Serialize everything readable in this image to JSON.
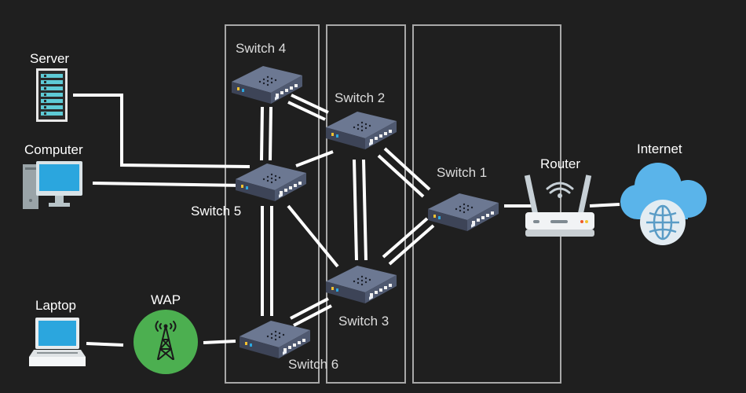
{
  "colors": {
    "background": "#1f1f1f",
    "link": "#ffffff",
    "zone_border": "#a8a8a8",
    "switch_body": "#4f5970",
    "switch_top": "#6c7892",
    "cloud": "#5ab4ea",
    "wap": "#4caf50",
    "screen": "#2ba6de"
  },
  "nodes": {
    "server": {
      "label": "Server",
      "icon": "server-rack-icon"
    },
    "computer": {
      "label": "Computer",
      "icon": "desktop-computer-icon"
    },
    "laptop": {
      "label": "Laptop",
      "icon": "laptop-icon"
    },
    "wap": {
      "label": "WAP",
      "icon": "wireless-access-point-icon"
    },
    "switch1": {
      "label": "Switch 1",
      "icon": "network-switch-icon"
    },
    "switch2": {
      "label": "Switch 2",
      "icon": "network-switch-icon"
    },
    "switch3": {
      "label": "Switch 3",
      "icon": "network-switch-icon"
    },
    "switch4": {
      "label": "Switch 4",
      "icon": "network-switch-icon"
    },
    "switch5": {
      "label": "Switch 5",
      "icon": "network-switch-icon"
    },
    "switch6": {
      "label": "Switch 6",
      "icon": "network-switch-icon"
    },
    "router": {
      "label": "Router",
      "icon": "wifi-router-icon"
    },
    "internet": {
      "label": "Internet",
      "icon": "cloud-globe-icon"
    }
  },
  "links": [
    {
      "from": "server",
      "to": "switch5",
      "count": 1
    },
    {
      "from": "computer",
      "to": "switch5",
      "count": 1
    },
    {
      "from": "laptop",
      "to": "wap",
      "count": 1
    },
    {
      "from": "wap",
      "to": "switch6",
      "count": 1
    },
    {
      "from": "switch4",
      "to": "switch2",
      "count": 2
    },
    {
      "from": "switch4",
      "to": "switch5",
      "count": 2
    },
    {
      "from": "switch5",
      "to": "switch2",
      "count": 1
    },
    {
      "from": "switch5",
      "to": "switch3",
      "count": 1
    },
    {
      "from": "switch5",
      "to": "switch6",
      "count": 2
    },
    {
      "from": "switch2",
      "to": "switch3",
      "count": 2
    },
    {
      "from": "switch2",
      "to": "switch1",
      "count": 2
    },
    {
      "from": "switch3",
      "to": "switch1",
      "count": 2
    },
    {
      "from": "switch6",
      "to": "switch3",
      "count": 2
    },
    {
      "from": "switch1",
      "to": "router",
      "count": 1
    },
    {
      "from": "router",
      "to": "internet",
      "count": 1
    }
  ]
}
